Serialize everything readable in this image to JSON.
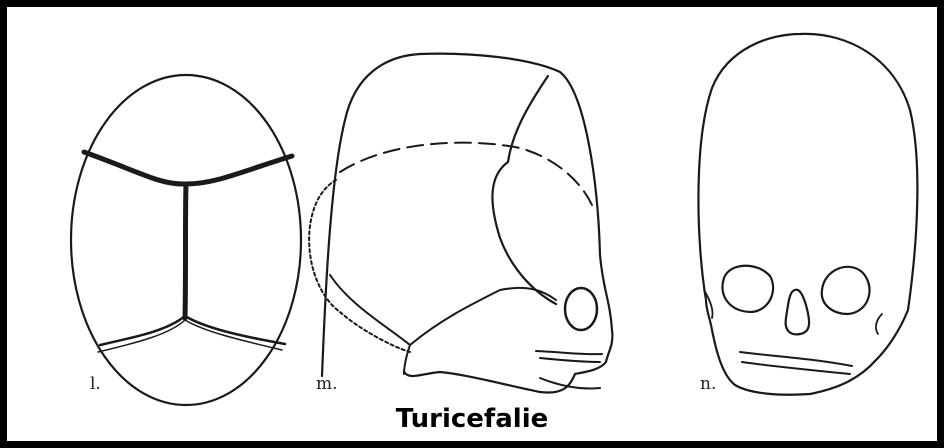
{
  "caption": "Turicefalie",
  "figures": [
    {
      "label": "l."
    },
    {
      "label": "m."
    },
    {
      "label": "n."
    }
  ]
}
